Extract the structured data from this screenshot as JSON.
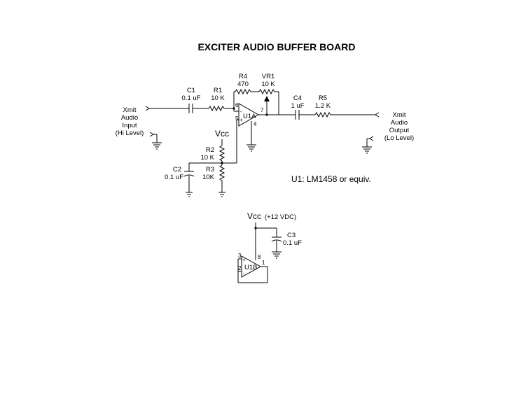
{
  "title": "EXCITER AUDIO BUFFER BOARD",
  "input": {
    "line1": "Xmit",
    "line2": "Audio",
    "line3": "Input",
    "line4": "(Hi Level)"
  },
  "output": {
    "line1": "Xmit",
    "line2": "Audio",
    "line3": "Output",
    "line4": "(Lo Level)"
  },
  "components": {
    "c1": {
      "ref": "C1",
      "value": "0.1 uF"
    },
    "r1": {
      "ref": "R1",
      "value": "10 K"
    },
    "r4": {
      "ref": "R4",
      "value": "470"
    },
    "vr1": {
      "ref": "VR1",
      "value": "10 K"
    },
    "c4": {
      "ref": "C4",
      "value": "1 uF"
    },
    "r5": {
      "ref": "R5",
      "value": "1.2 K"
    },
    "r2": {
      "ref": "R2",
      "value": "10 K"
    },
    "r3": {
      "ref": "R3",
      "value": "10K"
    },
    "c2": {
      "ref": "C2",
      "value": "0.1 uF"
    },
    "c3": {
      "ref": "C3",
      "value": "0.1 uF"
    },
    "u1a": {
      "ref": "U1A"
    },
    "u1b": {
      "ref": "U1B"
    }
  },
  "pins": {
    "p1": "1",
    "p2": "2",
    "p3": "3",
    "p4": "4",
    "p5": "5",
    "p6": "6",
    "p7": "7",
    "p8": "8",
    "plus": "+",
    "minus": "-"
  },
  "vcc_label": "Vcc",
  "vcc_supply_label": "Vcc",
  "vcc_supply_value": "(+12 VDC)",
  "note": "U1: LM1458 or equiv."
}
